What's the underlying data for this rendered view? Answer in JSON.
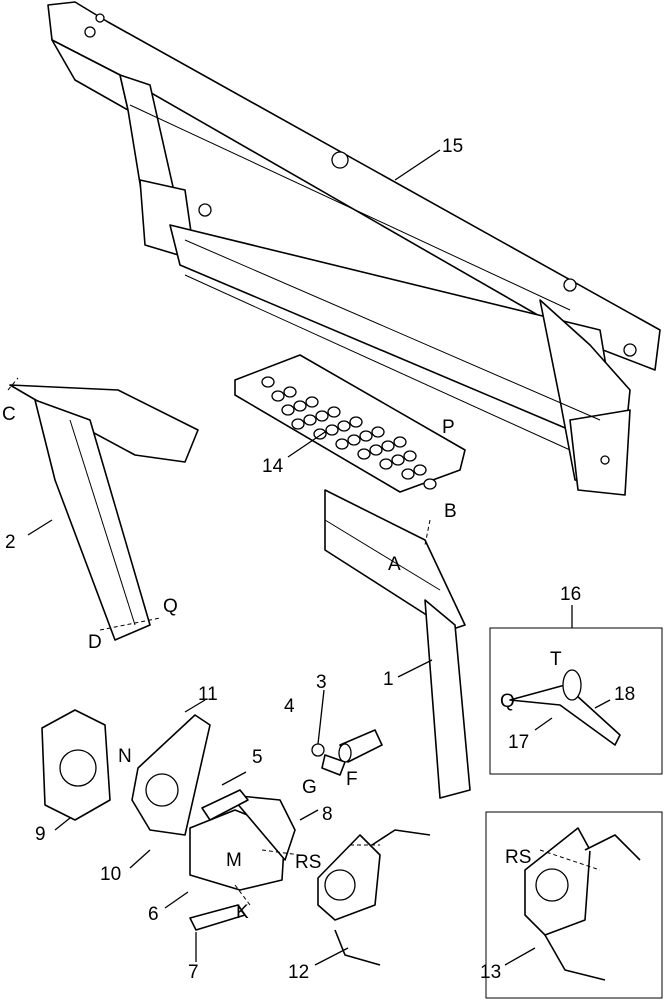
{
  "labels": {
    "n1": "1",
    "n2": "2",
    "n3": "3",
    "n4": "4",
    "n5": "5",
    "n6": "6",
    "n7": "7",
    "n8": "8",
    "n9": "9",
    "n10": "10",
    "n11": "11",
    "n12": "12",
    "n13": "13",
    "n14": "14",
    "n15": "15",
    "n16": "16",
    "n17": "17",
    "n18": "18",
    "A": "A",
    "B": "B",
    "C": "C",
    "D": "D",
    "F": "F",
    "G": "G",
    "K": "K",
    "M": "M",
    "N": "N",
    "P": "P",
    "Q1": "Q",
    "Q2": "Q",
    "RS1": "RS",
    "RS2": "RS",
    "T": "T"
  },
  "colors": {
    "line": "#000000",
    "background": "#ffffff"
  }
}
